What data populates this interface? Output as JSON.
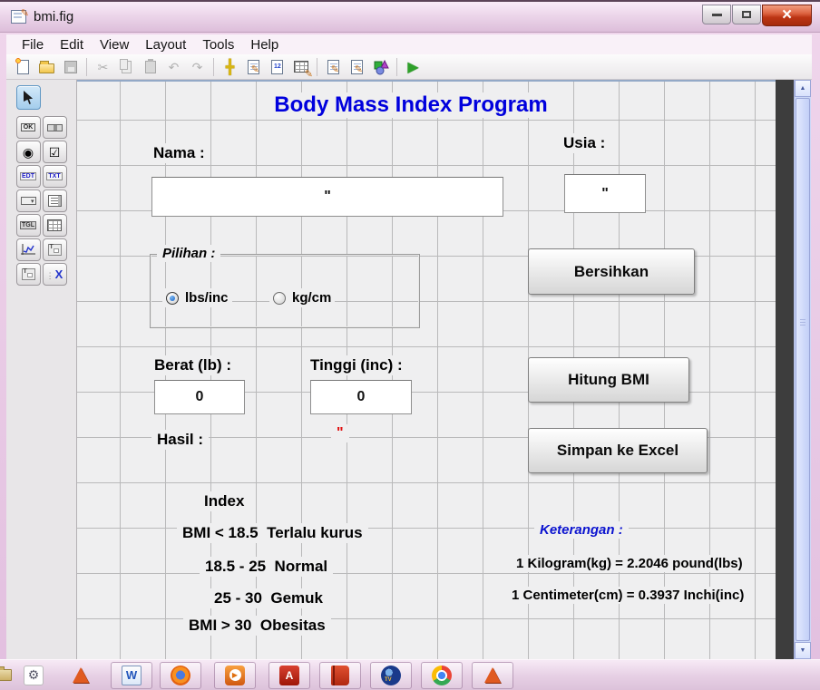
{
  "window": {
    "title": "bmi.fig"
  },
  "icons": {
    "close": "×",
    "scissors": "✂",
    "undo": "↶",
    "redo": "↷",
    "align": "╋",
    "pencil": "✎",
    "run": "▶",
    "radio": "◉",
    "checkbox": "☑",
    "up_arrow": "▲",
    "down_arrow": "▼",
    "popup_arrow": "▾",
    "axes": "⊿",
    "tab_numbers": "12",
    "gear": "⚙",
    "play": "▶",
    "word_w": "W",
    "adobe_a": "A"
  },
  "menubar": {
    "items": [
      "File",
      "Edit",
      "View",
      "Layout",
      "Tools",
      "Help"
    ]
  },
  "toolbar": {
    "buttons": [
      "new-figure",
      "open-figure",
      "save-figure",
      "cut",
      "copy",
      "paste",
      "undo",
      "redo",
      "align-objects",
      "menu-editor",
      "tab-order-editor",
      "toolbar-editor",
      "editor",
      "property-inspector",
      "object-browser",
      "run-figure"
    ]
  },
  "palette": {
    "tools": [
      "select",
      "push-button",
      "slider",
      "radio-button",
      "check-box",
      "edit-text",
      "static-text",
      "pop-up-menu",
      "listbox",
      "toggle-button",
      "table",
      "axes",
      "panel",
      "button-group",
      "activex-control"
    ],
    "labels": {
      "ok": "OK",
      "edt": "EDT",
      "txt": "TXT",
      "tgl": "TGL",
      "panel_t": "T",
      "group_t": "T",
      "activex": "X"
    }
  },
  "canvas": {
    "title": "Body Mass Index Program",
    "nama_label": "Nama :",
    "nama_value": "\"",
    "usia_label": "Usia :",
    "usia_value": "\"",
    "pilihan": {
      "label": "Pilihan :",
      "options": [
        {
          "label": "lbs/inc",
          "selected": true
        },
        {
          "label": "kg/cm",
          "selected": false
        }
      ]
    },
    "buttons": {
      "clear": "Bersihkan",
      "calculate": "Hitung BMI",
      "save_excel": "Simpan ke Excel"
    },
    "berat_label": "Berat (lb) :",
    "berat_value": "0",
    "tinggi_label": "Tinggi (inc) :",
    "tinggi_value": "0",
    "hasil_label": "Hasil :",
    "hasil_value": "\"",
    "index_lines": [
      "Index",
      "BMI < 18.5  Terlalu kurus",
      "18.5 - 25  Normal",
      "25 - 30  Gemuk",
      "BMI > 30  Obesitas"
    ],
    "keterangan_title": "Keterangan :",
    "keterangan_lines": [
      "1 Kilogram(kg) = 2.2046 pound(lbs)",
      "1 Centimeter(cm) = 0.3937 Inchi(inc)"
    ]
  },
  "taskbar": {
    "items": [
      "start-folder",
      "gear-app",
      "matlab-quicklaunch",
      "word",
      "firefox",
      "media-player",
      "adobe-reader",
      "book-app",
      "web-globe-tv",
      "chrome",
      "matlab"
    ]
  },
  "colors": {
    "title_blue": "#0000dd",
    "keterangan_blue": "#0a12cf",
    "empty_value_red": "#e01010",
    "radio_selected": "#1864c8",
    "canvas_bg": "#efeff0",
    "outside_canvas": "#3d3d3d",
    "taskbar_pink": "#e6cfe4"
  }
}
